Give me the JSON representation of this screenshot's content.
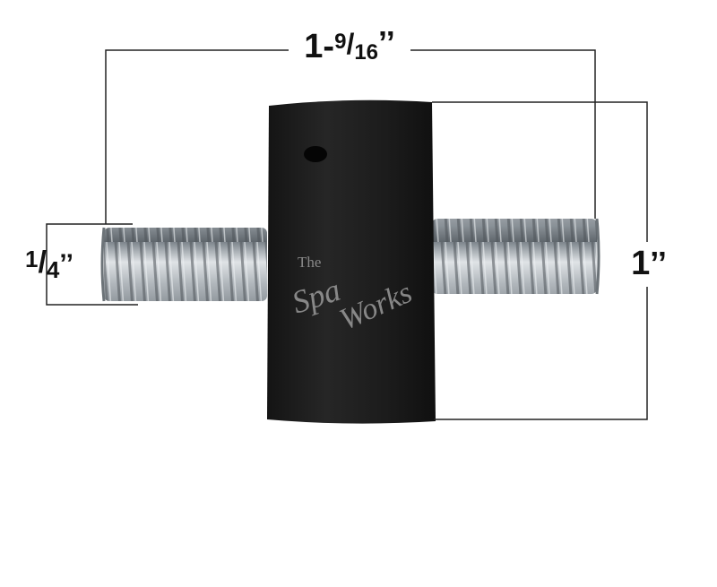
{
  "dimensions": {
    "overall_length": {
      "whole": "1-",
      "numerator": "9",
      "slash": "/",
      "denominator": "16",
      "mark": "’’"
    },
    "thread_diameter": {
      "numerator": "1",
      "slash": "/",
      "denominator": "4",
      "mark": "’’"
    },
    "body_diameter": {
      "value": "1",
      "mark": "’’"
    }
  },
  "watermark": {
    "small": "The",
    "brand_line1": "Spa",
    "brand_line2": "Works"
  },
  "colors": {
    "rubber": "#1e1e1e",
    "steel": "#b9bfc4",
    "dim_line": "#222222",
    "text": "#111111",
    "watermark": "#9a9a9a"
  }
}
